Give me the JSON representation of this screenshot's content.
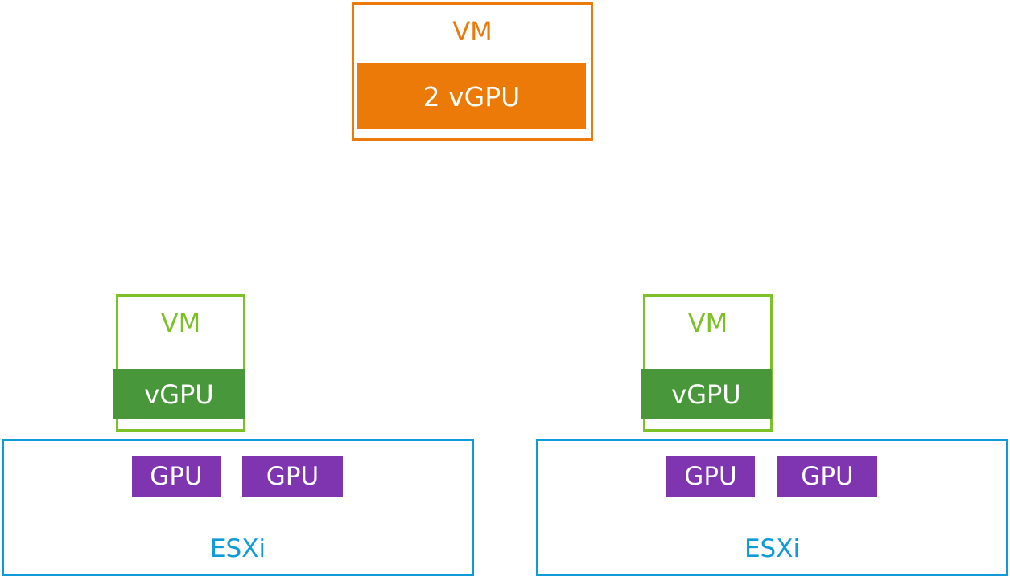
{
  "diagram": {
    "colors": {
      "vm_top": "#ec7a08",
      "vm_green": "#7cc227",
      "vgpu_green": "#48973a",
      "esxi": "#0f9ad8",
      "gpu": "#7f35b0"
    },
    "top_vm": {
      "label": "VM",
      "vgpu_label": "2 vGPU"
    },
    "hosts": [
      {
        "vm_label": "VM",
        "vgpu_label": "vGPU",
        "gpus": [
          "GPU",
          "GPU"
        ],
        "host_label": "ESXi"
      },
      {
        "vm_label": "VM",
        "vgpu_label": "vGPU",
        "gpus": [
          "GPU",
          "GPU"
        ],
        "host_label": "ESXi"
      }
    ]
  }
}
